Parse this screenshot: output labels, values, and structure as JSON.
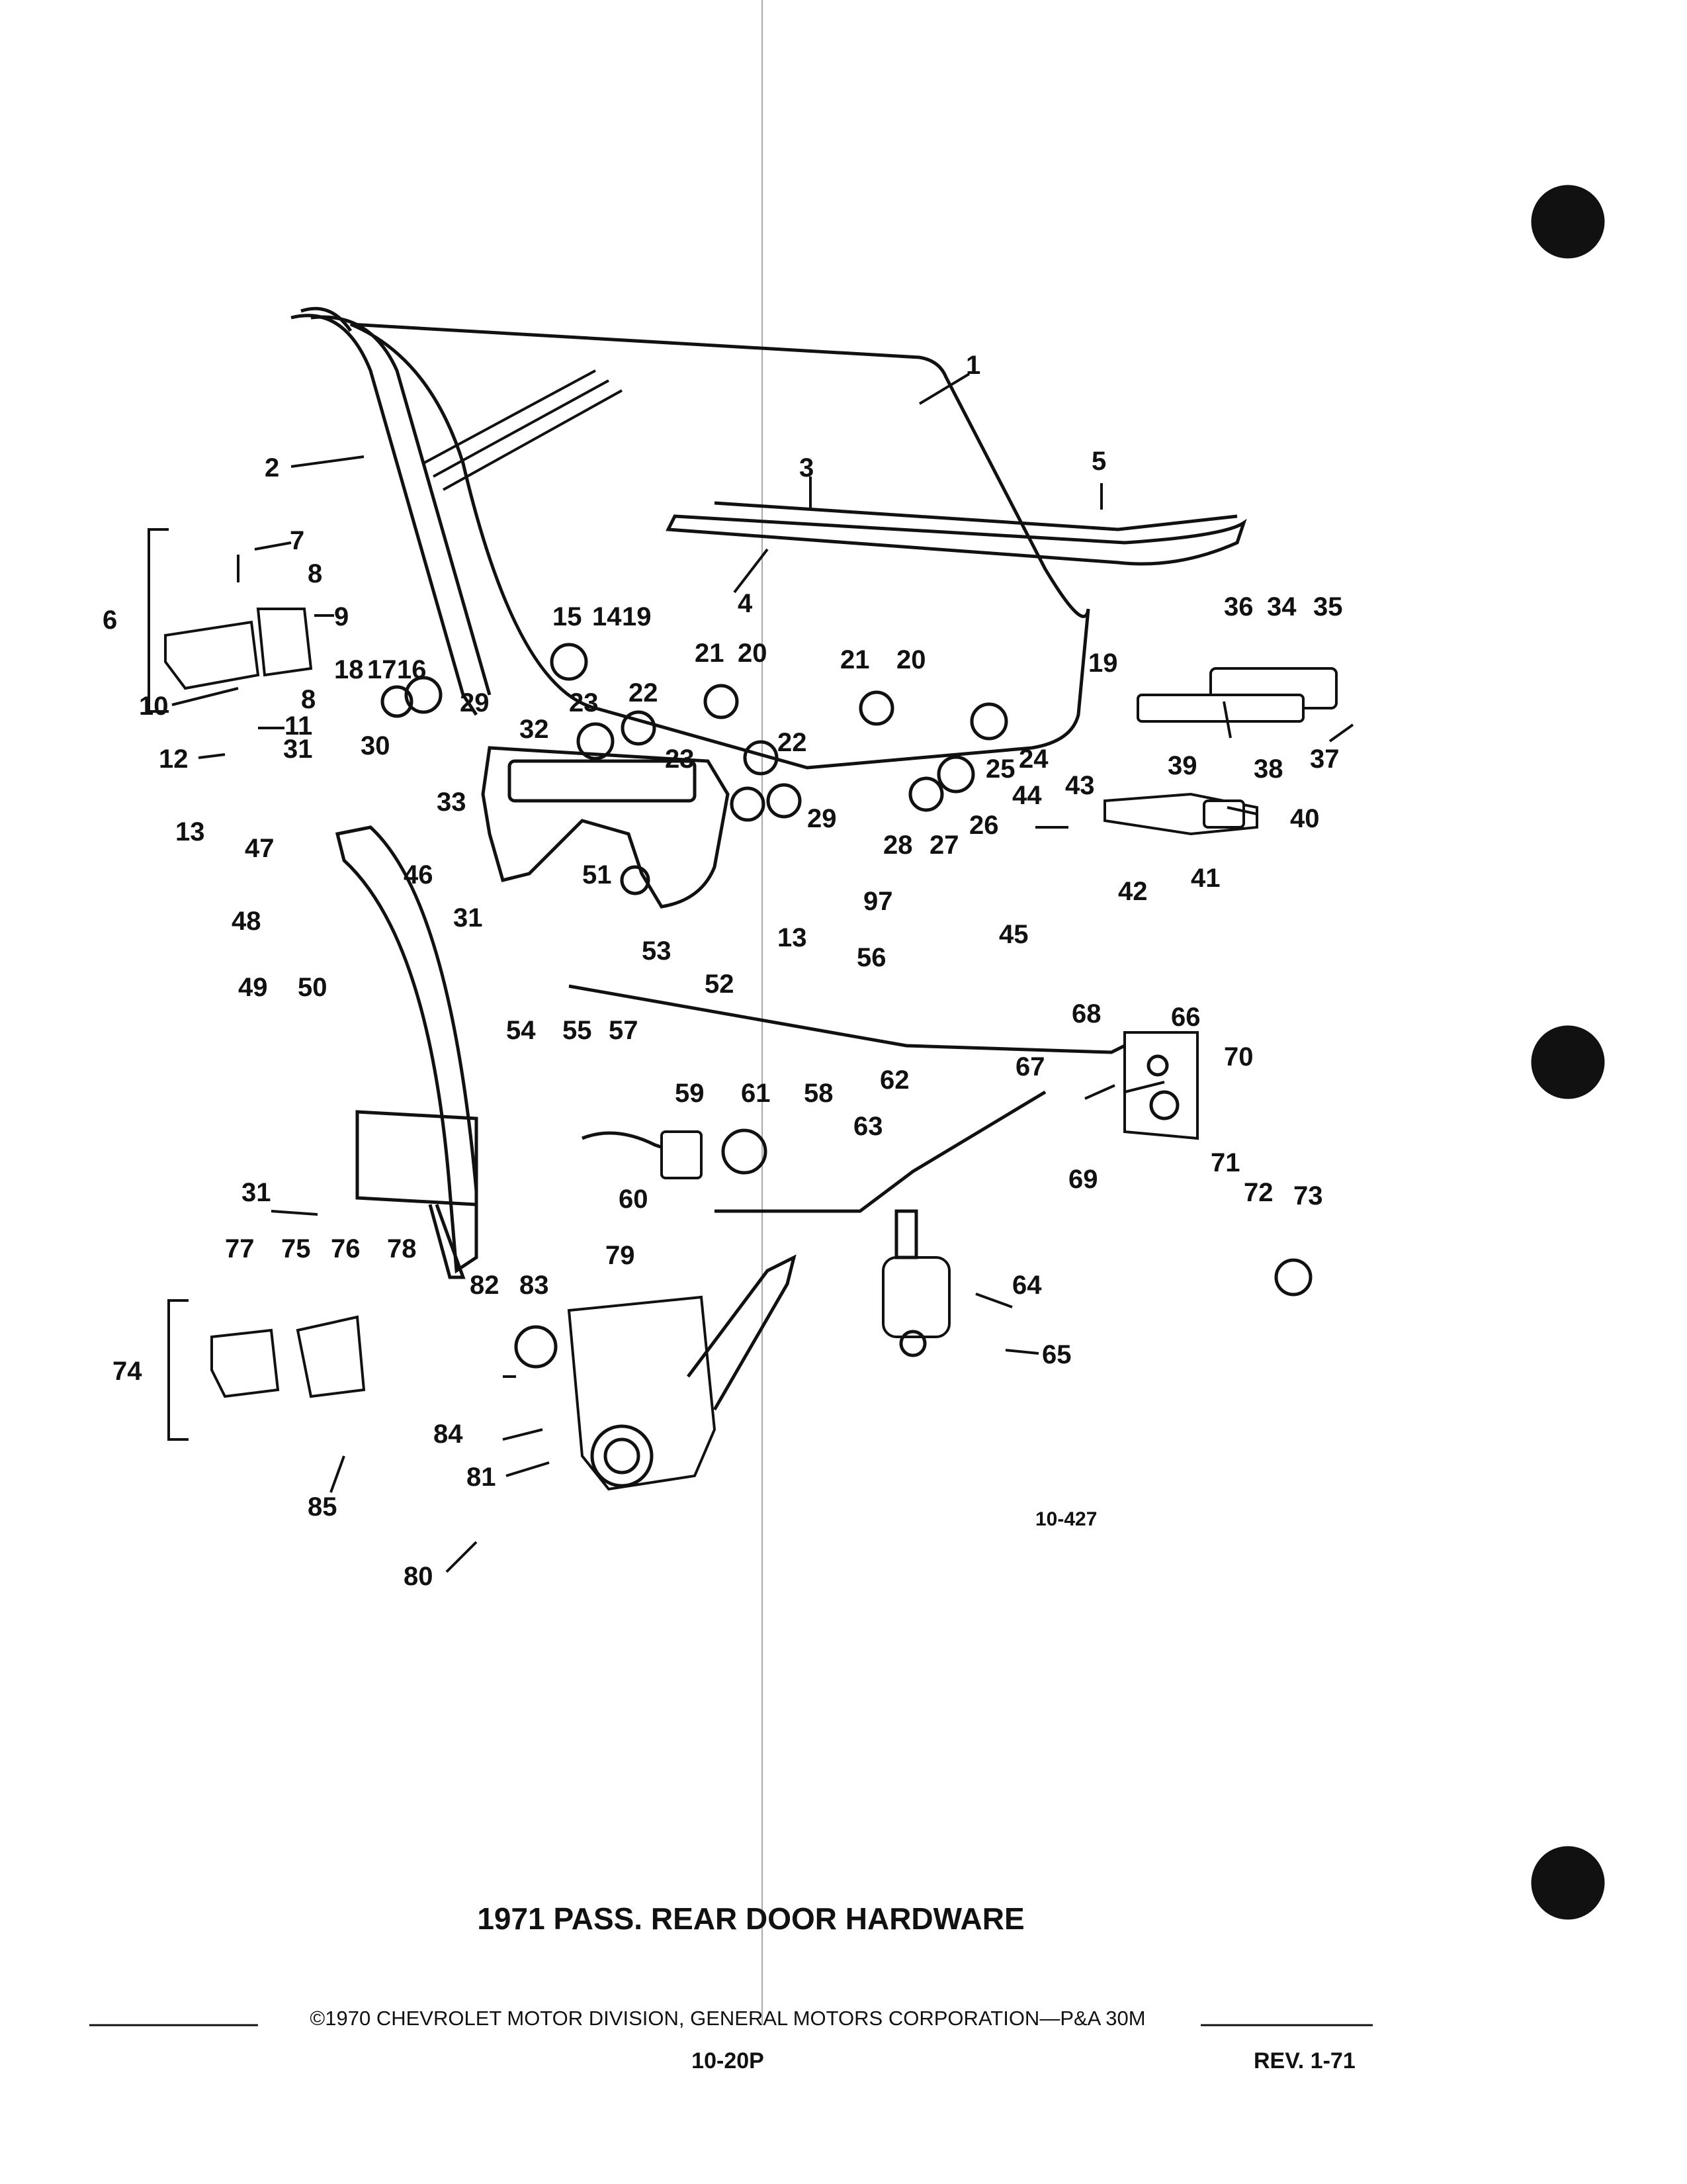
{
  "figure_id": "10-427",
  "title": "1971 PASS. REAR DOOR HARDWARE",
  "copyright": "©1970 CHEVROLET MOTOR DIVISION, GENERAL MOTORS CORPORATION—P&A 30M",
  "page_number": "10-20P",
  "revision": "REV. 1-71",
  "callouts": [
    "1",
    "2",
    "3",
    "4",
    "5",
    "6",
    "7",
    "8",
    "8",
    "9",
    "10",
    "11",
    "12",
    "13",
    "13",
    "14",
    "15",
    "16",
    "17",
    "18",
    "19",
    "19",
    "20",
    "20",
    "21",
    "21",
    "22",
    "22",
    "23",
    "23",
    "24",
    "25",
    "26",
    "27",
    "28",
    "29",
    "29",
    "30",
    "31",
    "31",
    "31",
    "32",
    "33",
    "34",
    "35",
    "36",
    "37",
    "38",
    "39",
    "40",
    "41",
    "42",
    "43",
    "44",
    "45",
    "46",
    "47",
    "48",
    "49",
    "50",
    "51",
    "52",
    "53",
    "54",
    "55",
    "56",
    "57",
    "58",
    "59",
    "60",
    "61",
    "62",
    "63",
    "64",
    "65",
    "66",
    "67",
    "68",
    "69",
    "70",
    "71",
    "72",
    "73",
    "74",
    "75",
    "76",
    "77",
    "78",
    "79",
    "80",
    "81",
    "82",
    "83",
    "84",
    "85",
    "97"
  ]
}
